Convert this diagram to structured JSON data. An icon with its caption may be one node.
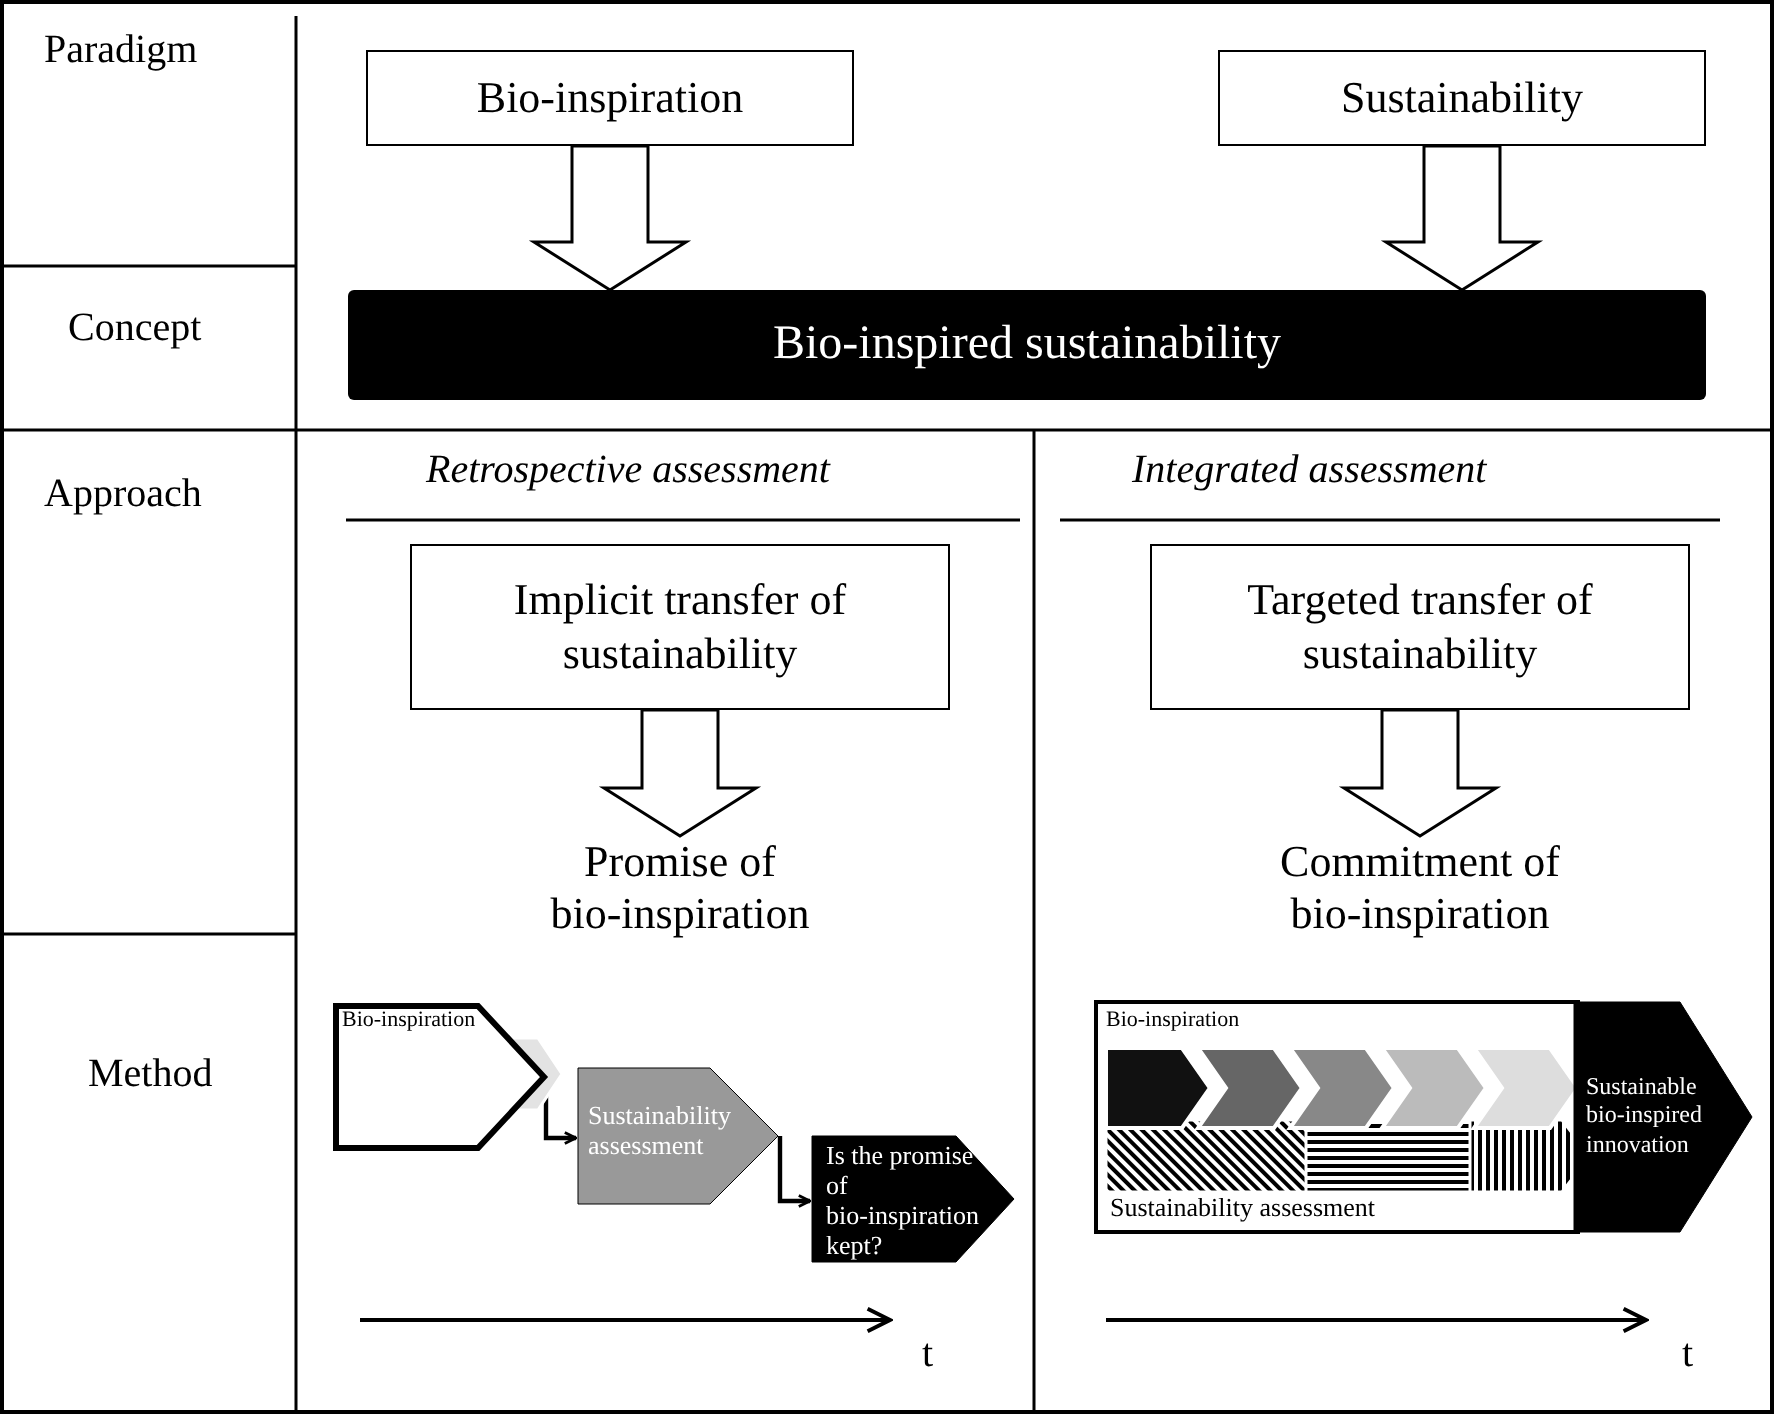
{
  "diagram": {
    "nodes": [
      {
        "text": [
          "Bio-inspiration"
        ]
      },
      {
        "text": [
          "Sustainability"
        ]
      },
      {
        "text": [
          "Bio-inspired sustainability"
        ]
      },
      {
        "text": [
          "Implicit transfer of sustainability"
        ]
      },
      {
        "text": [
          "Promise of bio-inspiration"
        ]
      },
      {
        "text": [
          "Targeted transfer of sustainability"
        ]
      },
      {
        "text": [
          "Commitment of bio-inspiration"
        ]
      },
      {
        "text": [
          "Bio-inspiration"
        ]
      },
      {
        "text": [
          "Sustainability assessment"
        ]
      },
      {
        "text": [
          "Is the promise of bio-inspiration kept?"
        ]
      },
      {
        "text": [
          "Bio-inspiration",
          "Sustainability assessment"
        ]
      },
      {
        "text": [
          "Sustainable bio-inspired innovation"
        ]
      }
    ],
    "edges": [
      {
        "from": 0,
        "to": 2,
        "arrow": "to"
      },
      {
        "from": 1,
        "to": 2,
        "arrow": "to"
      },
      {
        "from": 3,
        "to": 4,
        "arrow": "to"
      },
      {
        "from": 5,
        "to": 6,
        "arrow": "to"
      },
      {
        "from": 7,
        "to": 8,
        "arrow": "to"
      },
      {
        "from": 8,
        "to": 9,
        "arrow": "to"
      }
    ],
    "labels": [
      "Paradigm",
      "Concept",
      "Approach",
      "Retrospective assessment",
      "Integrated assessment",
      "Method",
      "t",
      "t"
    ]
  }
}
